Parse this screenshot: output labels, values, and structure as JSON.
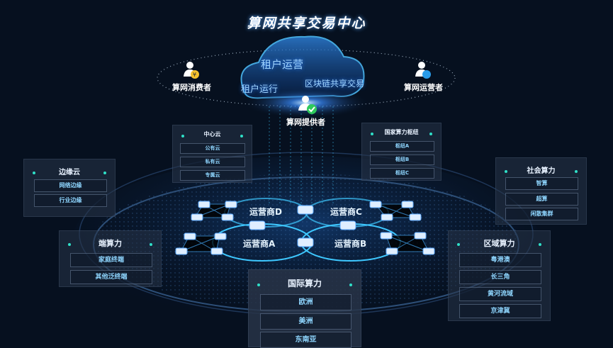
{
  "title": "算网共享交易中心",
  "cloud": {
    "labels": [
      "租户运营",
      "租户运行",
      "区块链共享交易"
    ]
  },
  "roles": {
    "consumer": "算网消费者",
    "operator": "算网运营者",
    "provider": "算网提供者"
  },
  "operators": [
    "运营商D",
    "运营商C",
    "运营商A",
    "运营商B"
  ],
  "panels": {
    "center_cloud": {
      "title": "中心云",
      "items": [
        "公有云",
        "私有云",
        "专属云"
      ]
    },
    "national_hub": {
      "title": "国家算力枢纽",
      "items": [
        "枢纽A",
        "枢纽B",
        "枢纽C"
      ]
    },
    "edge_cloud": {
      "title": "边缘云",
      "items": [
        "网络边缘",
        "行业边缘"
      ]
    },
    "social": {
      "title": "社会算力",
      "items": [
        "智算",
        "超算",
        "闲散集群"
      ]
    },
    "terminal": {
      "title": "端算力",
      "items": [
        "家庭终端",
        "其他泛终端"
      ]
    },
    "regional": {
      "title": "区域算力",
      "items": [
        "粤港澳",
        "长三角",
        "黄河流域",
        "京津冀"
      ]
    },
    "international": {
      "title": "国际算力",
      "items": [
        "欧洲",
        "美洲",
        "东南亚"
      ]
    }
  },
  "colors": {
    "accent": "#2fe0c8",
    "ring": "#3ec8ff",
    "bg": "#06101f"
  }
}
